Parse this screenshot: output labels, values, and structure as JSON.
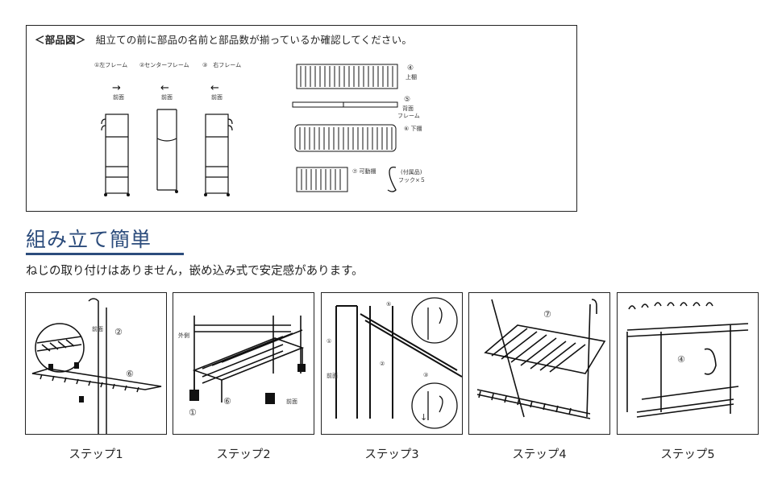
{
  "parts": {
    "heading_bracket": "＜部品図＞",
    "heading_text": "組立ての前に部品の名前と部品数が揃っているか確認してください。",
    "frame_labels": [
      "①左フレーム",
      "②センターフレーム",
      "③　右フレーム"
    ],
    "front_label": "前面",
    "arrows": [
      "→",
      "←",
      "←"
    ],
    "item4_num": "④",
    "item4_label": "上棚",
    "item5_num": "⑤",
    "item5_label1": "背面",
    "item5_label2": "フレーム",
    "item6_label": "⑥ 下棚",
    "item7_label": "⑦ 可動棚",
    "accessory_label1": "(付属品)",
    "accessory_label2": "フック×５"
  },
  "section": {
    "title": "組み立て簡単",
    "lead": "ねじの取り付けはありません，嵌め込み式で安定感があります。"
  },
  "steps": [
    {
      "label": "ステップ1",
      "annotations": [
        "前面",
        "②",
        "⑥"
      ]
    },
    {
      "label": "ステップ2",
      "annotations": [
        "外側",
        "①",
        "⑥",
        "前面"
      ]
    },
    {
      "label": "ステップ3",
      "annotations": [
        "⑤",
        "①",
        "②",
        "③",
        "前面",
        "↓"
      ]
    },
    {
      "label": "ステップ4",
      "annotations": [
        "⑦"
      ]
    },
    {
      "label": "ステップ5",
      "annotations": [
        "④"
      ]
    }
  ]
}
